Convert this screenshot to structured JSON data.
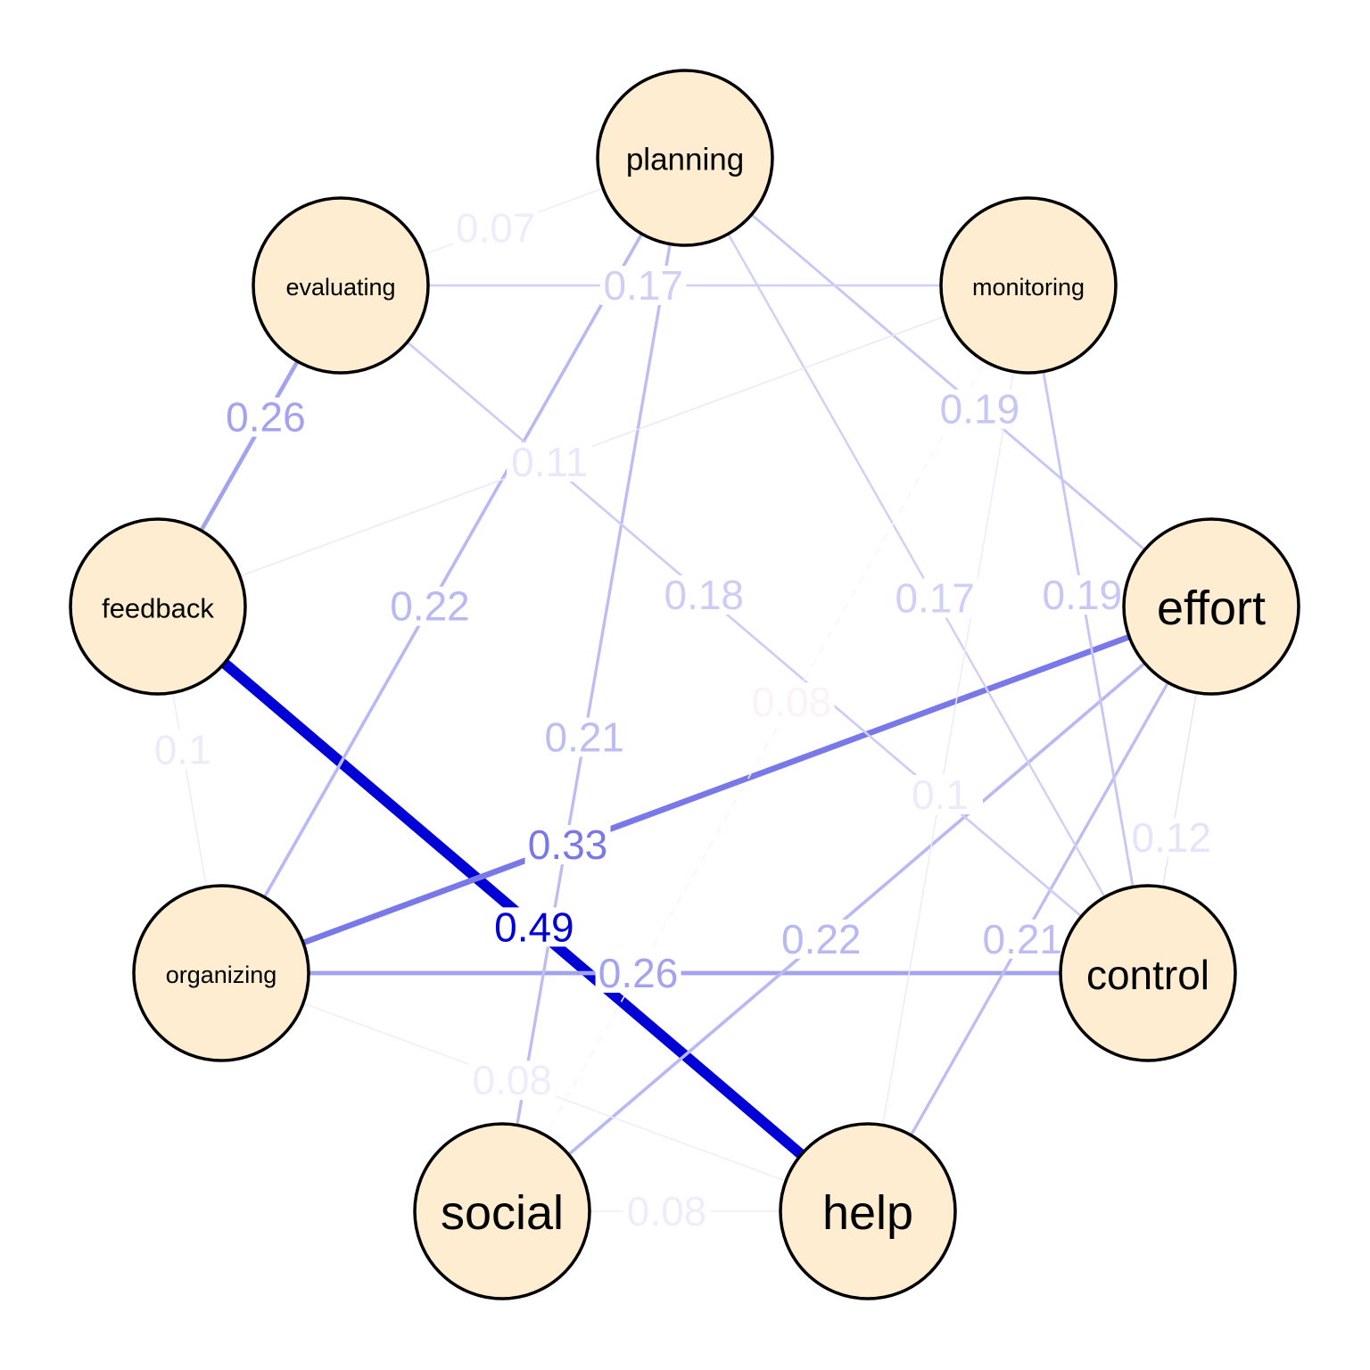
{
  "nodes": [
    {
      "id": "planning",
      "label": "planning"
    },
    {
      "id": "monitoring",
      "label": "monitoring"
    },
    {
      "id": "effort",
      "label": "effort"
    },
    {
      "id": "control",
      "label": "control"
    },
    {
      "id": "help",
      "label": "help"
    },
    {
      "id": "social",
      "label": "social"
    },
    {
      "id": "organizing",
      "label": "organizing"
    },
    {
      "id": "feedback",
      "label": "feedback"
    },
    {
      "id": "evaluating",
      "label": "evaluating"
    }
  ],
  "edges": [
    {
      "from": "feedback",
      "to": "help",
      "weight": 0.49,
      "label": "0.49"
    },
    {
      "from": "organizing",
      "to": "effort",
      "weight": 0.33,
      "label": "0.33"
    },
    {
      "from": "feedback",
      "to": "evaluating",
      "weight": 0.26,
      "label": "0.26"
    },
    {
      "from": "organizing",
      "to": "control",
      "weight": 0.26,
      "label": "0.26"
    },
    {
      "from": "organizing",
      "to": "planning",
      "weight": 0.22,
      "label": "0.22"
    },
    {
      "from": "social",
      "to": "effort",
      "weight": 0.22,
      "label": "0.22"
    },
    {
      "from": "social",
      "to": "planning",
      "weight": 0.21,
      "label": "0.21"
    },
    {
      "from": "help",
      "to": "effort",
      "weight": 0.21,
      "label": "0.21"
    },
    {
      "from": "planning",
      "to": "effort",
      "weight": 0.19,
      "label": "0.19"
    },
    {
      "from": "monitoring",
      "to": "control",
      "weight": 0.19,
      "label": "0.19"
    },
    {
      "from": "evaluating",
      "to": "control",
      "weight": 0.18,
      "label": "0.18"
    },
    {
      "from": "evaluating",
      "to": "monitoring",
      "weight": 0.17,
      "label": "0.17"
    },
    {
      "from": "planning",
      "to": "control",
      "weight": 0.17,
      "label": "0.17"
    },
    {
      "from": "effort",
      "to": "control",
      "weight": 0.12,
      "label": "0.12"
    },
    {
      "from": "feedback",
      "to": "monitoring",
      "weight": 0.11,
      "label": "0.11"
    },
    {
      "from": "feedback",
      "to": "organizing",
      "weight": 0.1,
      "label": "0.1"
    },
    {
      "from": "help",
      "to": "monitoring",
      "weight": 0.1,
      "label": "0.1"
    },
    {
      "from": "social",
      "to": "help",
      "weight": 0.08,
      "label": "0.08"
    },
    {
      "from": "organizing",
      "to": "help",
      "weight": 0.08,
      "label": "0.08"
    },
    {
      "from": "social",
      "to": "monitoring",
      "weight": -0.08,
      "label": "0.08"
    },
    {
      "from": "evaluating",
      "to": "planning",
      "weight": 0.07,
      "label": "0.07"
    }
  ],
  "colors": {
    "positive_edge": "#0000d6",
    "negative_edge": "#e05060",
    "node_fill": "#feedd0",
    "node_stroke": "#000000"
  }
}
